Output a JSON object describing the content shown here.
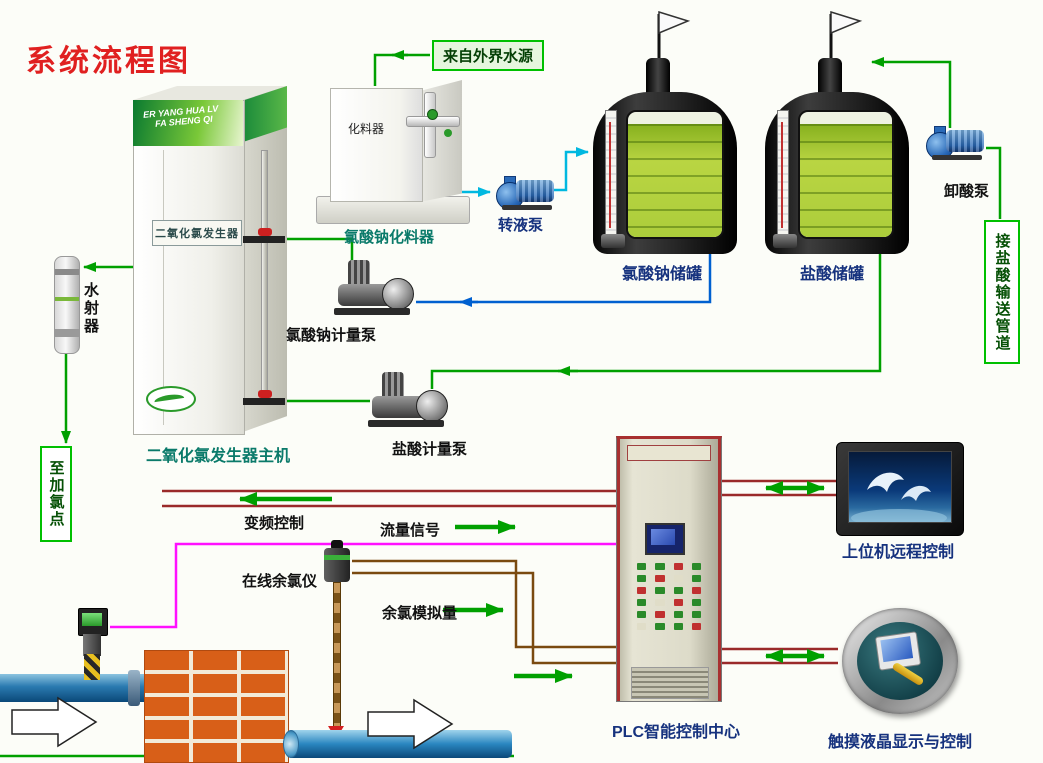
{
  "title": "系统流程图",
  "supply": {
    "water_source": "来自外界水源",
    "dissolver_tag": "化料器",
    "dissolver": "氯酸钠化料器",
    "transfer_pump": "转液泵",
    "naclo3_tank": "氯酸钠储罐",
    "hcl_tank": "盐酸储罐",
    "acid_unloading_pump": "卸酸泵",
    "hcl_pipeline": "接盐酸输送管道"
  },
  "generator": {
    "brand_line1": "ER YANG HUA LV",
    "brand_line2": "FA SHENG QI",
    "nameplate": "二氧化氯发生器",
    "label": "二氧化氯发生器主机",
    "water_ejector": "水射器",
    "chlorination_point": "至加氯点",
    "naclo3_metering_pump": "氯酸钠计量泵",
    "hcl_metering_pump": "盐酸计量泵"
  },
  "signals": {
    "vfd_control": "变频控制",
    "flow_signal": "流量信号",
    "residual_chlorine_meter": "在线余氯仪",
    "residual_chlorine_analog": "余氯模拟量"
  },
  "control": {
    "plc": "PLC智能控制中心",
    "host_computer": "上位机远程控制",
    "touch_display": "触摸液晶显示与控制"
  },
  "colors": {
    "process_green": "#00a000",
    "water_cyan": "#00b8e0",
    "chemical_blue": "#0060d0",
    "signal_magenta": "#ff10ff",
    "analog_brown": "#7a4a10",
    "control_maroon": "#9a2a2a",
    "title_red": "#e02020",
    "label_navy": "#16327e",
    "label_teal": "#0a7a6a",
    "box_green": "#00c000"
  }
}
